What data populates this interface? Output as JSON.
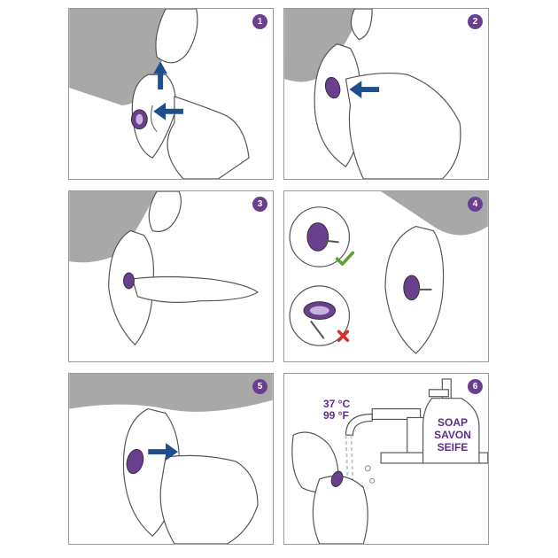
{
  "steps": [
    {
      "number": "1"
    },
    {
      "number": "2"
    },
    {
      "number": "3"
    },
    {
      "number": "4"
    },
    {
      "number": "5"
    },
    {
      "number": "6"
    }
  ],
  "step6": {
    "temp_c": "37 °C",
    "temp_f": "99 °F",
    "soap_en": "SOAP",
    "soap_fr": "SAVON",
    "soap_de": "SEIFE"
  },
  "colors": {
    "accent_purple": "#6b3f8f",
    "arrow_blue": "#1f4e8c",
    "hair_gray": "#a8a8a8",
    "check_green": "#5aa02c",
    "cross_red": "#d32f2f"
  },
  "icons": [
    "arrow-up-icon",
    "arrow-left-icon",
    "arrow-right-icon",
    "check-icon",
    "cross-icon"
  ]
}
